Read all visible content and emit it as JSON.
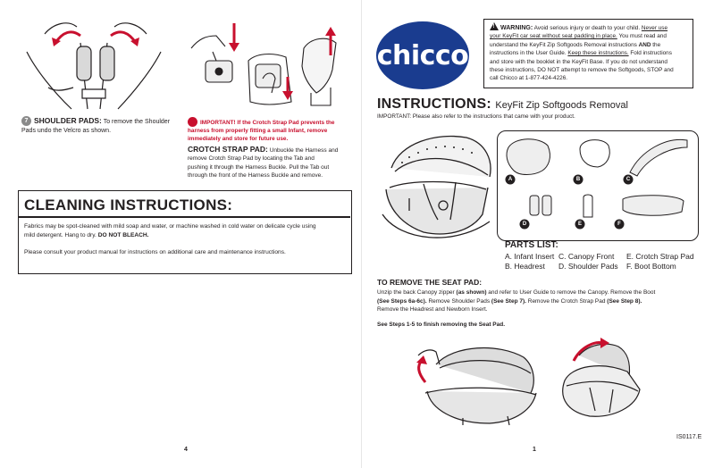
{
  "step7": {
    "number": "7",
    "title": "SHOULDER PADS:",
    "text_a": "To remove the Shoulder",
    "text_b": "Pads undo the Velcro as shown."
  },
  "step8": {
    "number": "8",
    "important_a": "IMPORTANT!  If the Crotch Strap Pad prevents the",
    "important_b": "harness  from properly fitting a small Infant, remove",
    "important_c": "immediately and store for future use.",
    "title": "CROTCH STRAP PAD:",
    "text_a": "Unbuckle the Harness and",
    "text_b": "remove Crotch Strap Pad by locating the Tab and",
    "text_c": "pushing it through the Harness Buckle.  Pull the Tab out",
    "text_d": "through the front of the Harness Buckle and remove."
  },
  "cleaning": {
    "title": "CLEANING INSTRUCTIONS:",
    "line1": "Fabrics may be spot-cleaned with mild soap and water, or machine washed in cold water on delicate cycle using",
    "line2": "mild detergent. Hang to dry.",
    "line2_bold": "DO NOT BLEACH.",
    "line3": "Please consult your product manual for instructions on additional care and maintenance instructions."
  },
  "warning": {
    "icon_glyph": "!",
    "label": "WARNING:",
    "l1": "Avoid serious injury or death to your child.",
    "l1_u": "Never use",
    "l2": "your KeyFit car seat without seat padding in place.",
    "l2b": "You must read and",
    "l3": "understand the KeyFit Zip Softgoods Removal instructions",
    "l3_bold": "AND",
    "the": "the",
    "l4": "instructions in the User Guide.",
    "l4_u": "Keep these instructions.",
    "l4b": "Fold instructions",
    "l5": "and store with the booklet in the KeyFit Base.  If you do not understand",
    "l6": "these instructions, DO NOT attempt to remove the Softgoods, STOP and",
    "l7": "call Chicco at 1-877-424-4226."
  },
  "logo": {
    "text": "chicco"
  },
  "instructions": {
    "title": "INSTRUCTIONS:",
    "subtitle": "KeyFit Zip Softgoods Removal",
    "important": "IMPORTANT:  Please also refer to the instructions that came with your product."
  },
  "parts": {
    "badges": [
      "A",
      "B",
      "C",
      "D",
      "E",
      "F"
    ],
    "title": "PARTS LIST:",
    "items": [
      "A.  Infant Insert",
      "B.  Headrest",
      "C.  Canopy Front",
      "D.  Shoulder Pads",
      "E.  Crotch Strap Pad",
      "F.  Boot Bottom"
    ]
  },
  "remove": {
    "title": "TO REMOVE THE SEAT PAD:",
    "l1a": "Unzip the back Canopy zipper",
    "l1b": "(as shown)",
    "l1c": "and refer to User Guide to remove the Canopy.  Remove the Boot",
    "l2a": "(See Steps 6a-6c).",
    "l2b": "Remove Shoulder Pads",
    "l2c": "(See Step 7).",
    "l2d": "Remove the Crotch Strap Pad",
    "l2e": "(See Step 8).",
    "l3": "Remove the Headrest and Newborn Insert.",
    "l4": "See Steps 1-5 to finish removing the Seat Pad."
  },
  "footer": {
    "page_left": "4",
    "page_right": "1",
    "code": "IS0117.E"
  },
  "colors": {
    "red": "#c8102e",
    "brand_blue": "#1a3c8f",
    "text": "#231f20"
  }
}
